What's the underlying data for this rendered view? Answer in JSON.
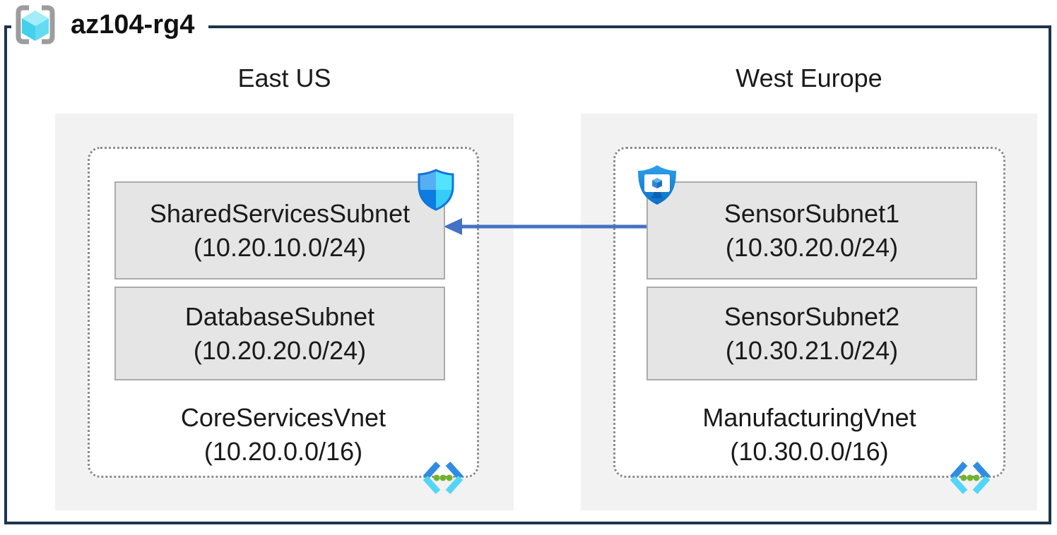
{
  "resource_group": {
    "name": "az104-rg4",
    "icon": "resource-group-icon"
  },
  "regions": [
    {
      "name": "East US",
      "vnet": {
        "name": "CoreServicesVnet",
        "cidr": "(10.20.0.0/16)",
        "corner_icon": "virtual-network-icon",
        "subnets": [
          {
            "name": "SharedServicesSubnet",
            "cidr": "(10.20.10.0/24)",
            "badge_icon": "nsg-shield-icon"
          },
          {
            "name": "DatabaseSubnet",
            "cidr": "(10.20.20.0/24)",
            "badge_icon": ""
          }
        ]
      }
    },
    {
      "name": "West Europe",
      "vnet": {
        "name": "ManufacturingVnet",
        "cidr": "(10.30.0.0/16)",
        "corner_icon": "virtual-network-icon",
        "subnets": [
          {
            "name": "SensorSubnet1",
            "cidr": "(10.30.20.0/24)",
            "badge_icon": "bastion-shield-icon"
          },
          {
            "name": "SensorSubnet2",
            "cidr": "(10.30.21.0/24)",
            "badge_icon": ""
          }
        ]
      }
    }
  ],
  "connection": {
    "from": "SensorSubnet1",
    "to": "SharedServicesSubnet",
    "arrow_direction": "left",
    "color": "#4472c4"
  },
  "colors": {
    "outer_border": "#1d3450",
    "region_fill": "#f2f2f2",
    "subnet_fill": "#e5e5e5",
    "subnet_border": "#ababab",
    "vnet_dotted_border": "#8c8c8c",
    "arrow": "#4472c4",
    "vnet_icon_green": "#72b32d",
    "cyan_cube": "#4fd6f0"
  }
}
